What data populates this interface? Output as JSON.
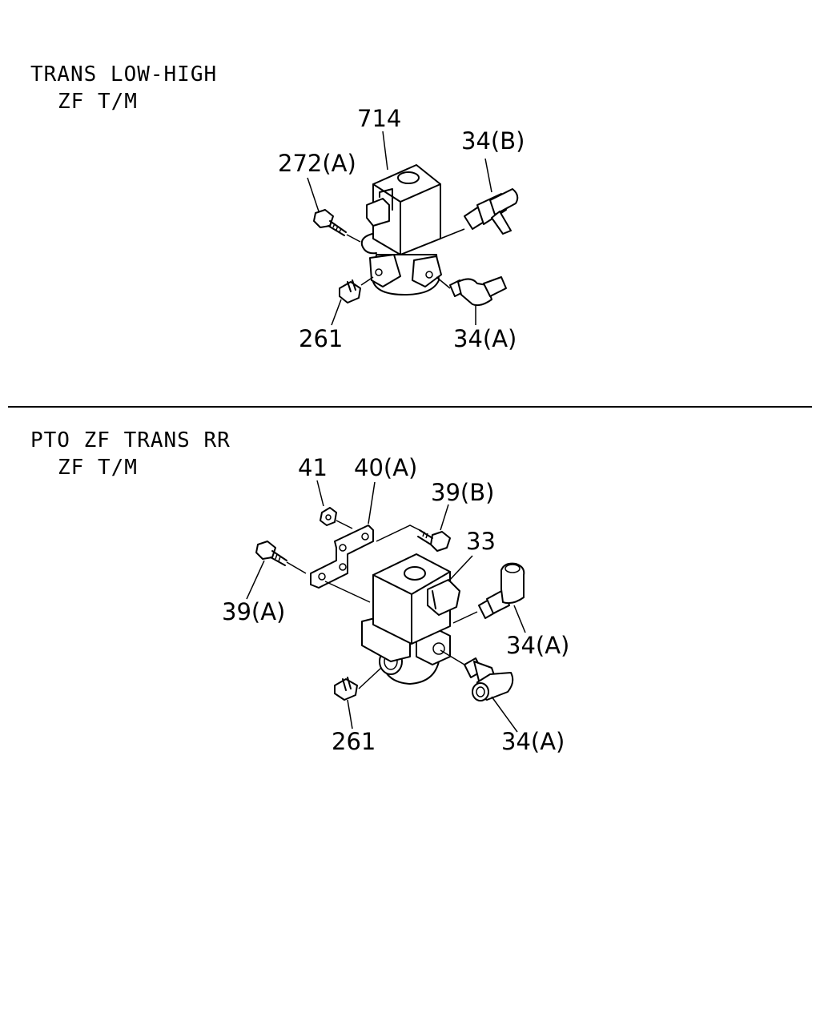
{
  "section_top": {
    "title_line1": "TRANS LOW-HIGH",
    "title_line2": "ZF T/M",
    "labels": {
      "p714": "714",
      "p272a": "272(A)",
      "p34b": "34(B)",
      "p261": "261",
      "p34a": "34(A)"
    }
  },
  "section_bottom": {
    "title_line1": "PTO ZF TRANS RR",
    "title_line2": "ZF T/M",
    "labels": {
      "p41": "41",
      "p40a": "40(A)",
      "p39b": "39(B)",
      "p33": "33",
      "p39a": "39(A)",
      "p34a_upper": "34(A)",
      "p261": "261",
      "p34a_lower": "34(A)"
    }
  }
}
